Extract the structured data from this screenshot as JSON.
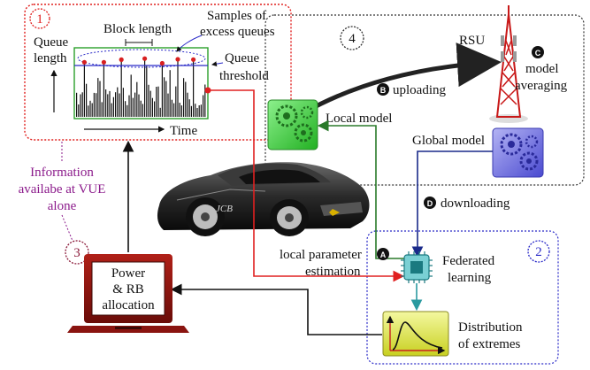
{
  "regions": [
    {
      "number": "1",
      "color": "#e0201e"
    },
    {
      "number": "2",
      "color": "#2a2ac8"
    },
    {
      "number": "3",
      "color": "#8b1a3a"
    },
    {
      "number": "4",
      "color": "#333333"
    }
  ],
  "queue_panel": {
    "y_label_line1": "Queue",
    "y_label_line2": "length",
    "x_label": "Time",
    "block_length": "Block length",
    "samples_line1": "Samples of",
    "samples_line2": "excess queues",
    "threshold_line1": "Queue",
    "threshold_line2": "threshold"
  },
  "info_note": {
    "line1": "Information",
    "line2": "availabe at VUE",
    "line3": "alone",
    "color": "#8b1a8b"
  },
  "steps": {
    "uploading": {
      "badge": "B",
      "label": "uploading"
    },
    "model_averaging": {
      "badge": "C",
      "line1": "model",
      "line2": "averaging"
    },
    "downloading": {
      "badge": "D",
      "label": "downloading"
    },
    "local_estimation": {
      "badge": "A",
      "line1": "local parameter",
      "line2": "estimation"
    }
  },
  "labels": {
    "rsu": "RSU",
    "local_model": "Local model",
    "global_model": "Global model",
    "federated_line1": "Federated",
    "federated_line2": "learning",
    "distribution_line1": "Distribution",
    "distribution_line2": "of extremes",
    "power_line1": "Power",
    "power_line2": "& RB",
    "power_line3": "allocation",
    "car_logo": "JCB"
  },
  "icons": {
    "local_model": "gears-icon",
    "global_model": "gears-icon",
    "federated": "chip-icon",
    "distribution": "distribution-curve-icon",
    "laptop": "laptop-icon",
    "rsu": "cell-tower-icon",
    "car": "car-icon"
  },
  "colors": {
    "local_model_green": "#3cc83c",
    "global_model_blue": "#5a5ad8",
    "federated_teal": "#2a9aa0",
    "distribution_yellow": "#d8e040",
    "laptop_red": "#8a1410",
    "arrow_red": "#e02020",
    "arrow_green": "#2a7a2a",
    "arrow_blue": "#1a2a8a"
  }
}
